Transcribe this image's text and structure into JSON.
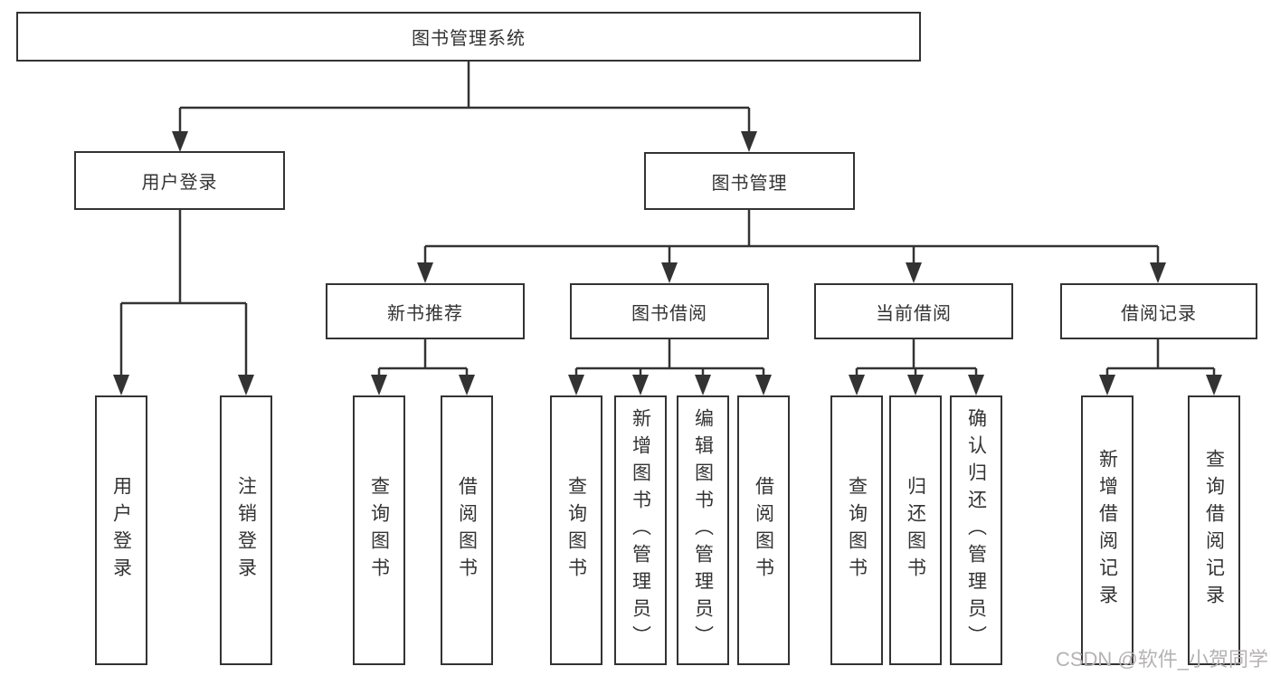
{
  "diagram": {
    "title": "图书管理系统",
    "root": {
      "label": "图书管理系统"
    },
    "branches": {
      "user_login": {
        "label": "用户登录"
      },
      "book_mgmt": {
        "label": "图书管理"
      }
    },
    "modules": {
      "new_book_rec": {
        "label": "新书推荐"
      },
      "book_borrow": {
        "label": "图书借阅"
      },
      "current_borrow": {
        "label": "当前借阅"
      },
      "borrow_records": {
        "label": "借阅记录"
      }
    },
    "leaves": {
      "user_login_1": {
        "label": "用户登录"
      },
      "user_login_2": {
        "label": "注销登录"
      },
      "new_book_rec_1": {
        "label": "查询图书"
      },
      "new_book_rec_2": {
        "label": "借阅图书"
      },
      "book_borrow_1": {
        "label": "查询图书"
      },
      "book_borrow_2": {
        "label": "新增图书（管理员）"
      },
      "book_borrow_3": {
        "label": "编辑图书（管理员）"
      },
      "book_borrow_4": {
        "label": "借阅图书"
      },
      "current_borrow_1": {
        "label": "查询图书"
      },
      "current_borrow_2": {
        "label": "归还图书"
      },
      "current_borrow_3": {
        "label": "确认归还（管理员）"
      },
      "borrow_records_1": {
        "label": "新增借阅记录"
      },
      "borrow_records_2": {
        "label": "查询借阅记录"
      }
    }
  },
  "watermark": {
    "text": "CSDN @软件_小贺同学"
  },
  "colors": {
    "line": "#333333",
    "text": "#333333",
    "box_background": "#ffffff",
    "watermark": "#b5b2b2",
    "background": "#ffffff"
  }
}
